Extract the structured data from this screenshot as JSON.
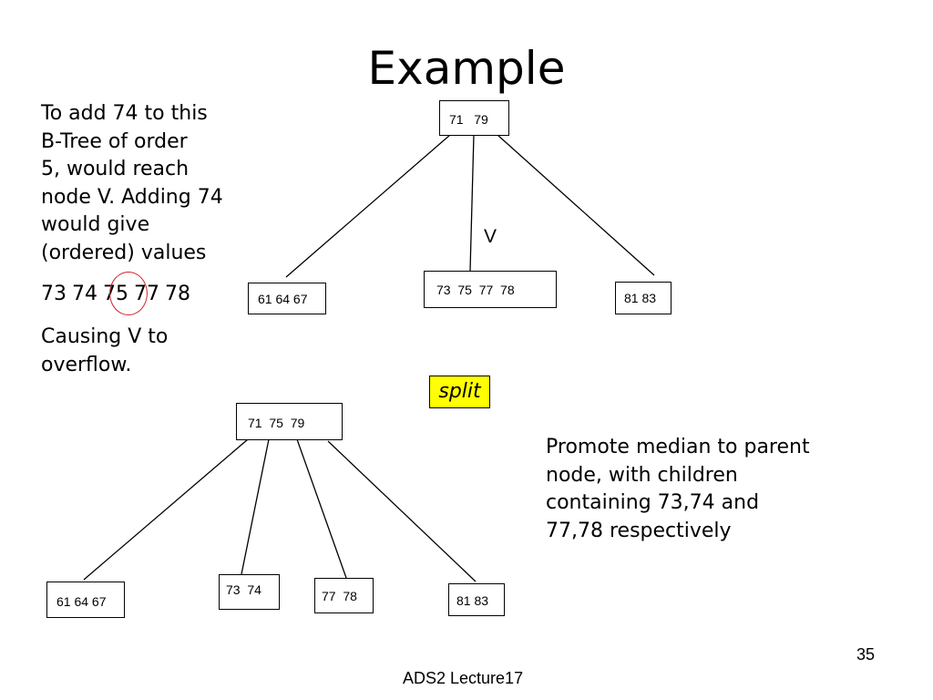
{
  "title": "Example",
  "left_text": {
    "intro": [
      "To add 74 to this",
      "B-Tree  of order",
      "5, would reach",
      "node V. Adding 74",
      "would give",
      "(ordered) values"
    ],
    "values_line": "73 74 75 77 78",
    "overflow": [
      "Causing V to",
      "overflow."
    ]
  },
  "tree_top": {
    "root": "71   79",
    "children": [
      "61 64 67",
      "73  75  77  78",
      "81 83"
    ],
    "v_label": "V"
  },
  "split_label": "split",
  "tree_bottom": {
    "root": "71  75  79",
    "children": [
      "61 64 67",
      "73  74",
      "77  78",
      "81 83"
    ]
  },
  "right_text": [
    "Promote median to parent",
    "node, with children",
    "containing 73,74  and",
    "77,78 respectively"
  ],
  "slide_number": "35",
  "footer": "ADS2 Lecture17",
  "colors": {
    "split_bg": "#ffff00",
    "highlight_circle": "#d8232a"
  }
}
